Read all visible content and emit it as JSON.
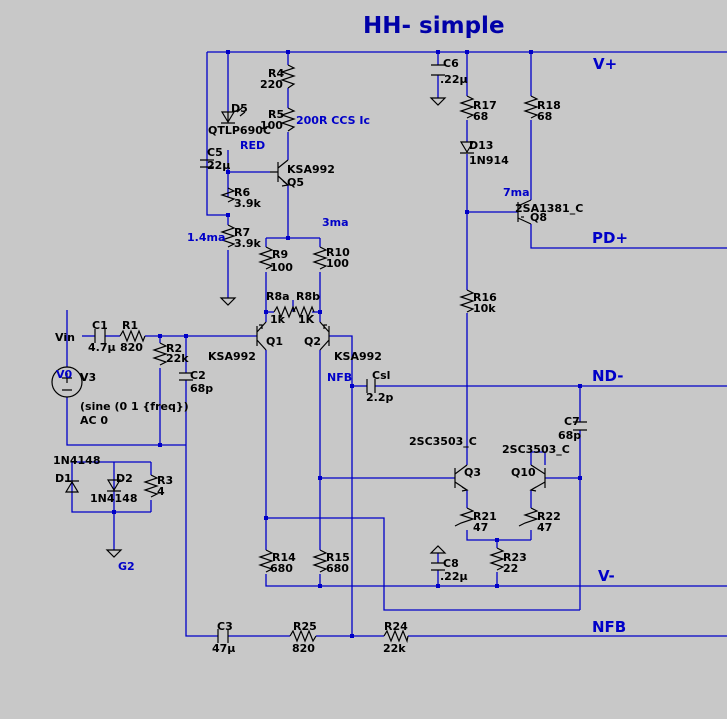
{
  "title": "HH- simple",
  "nets": {
    "vplus": "V+",
    "pdplus": "PD+",
    "ndminus": "ND-",
    "vminus": "V-",
    "nfb_right": "NFB",
    "nfb_node": "NFB",
    "vin": "Vin",
    "v0": "V0",
    "g2": "G2"
  },
  "annotations": {
    "ccs": "200R CCS Ic",
    "red": "RED",
    "i_3ma": "3ma",
    "i_7ma": "7ma",
    "i_1_4ma": "1.4ma"
  },
  "components": {
    "R4": {
      "name": "R4",
      "value": "220"
    },
    "R5": {
      "name": "R5",
      "value": "100"
    },
    "D5": {
      "name": "D5",
      "value": "QTLP690C"
    },
    "C5": {
      "name": "C5",
      "value": "22µ"
    },
    "R6": {
      "name": "R6",
      "value": "3.9k"
    },
    "R7": {
      "name": "R7",
      "value": "3.9k"
    },
    "Q5": {
      "name": "Q5",
      "value": "KSA992"
    },
    "R9": {
      "name": "R9",
      "value": "100"
    },
    "R10": {
      "name": "R10",
      "value": "100"
    },
    "R8a": {
      "name": "R8a",
      "value": "1k"
    },
    "R8b": {
      "name": "R8b",
      "value": "1K"
    },
    "Q1": {
      "name": "Q1",
      "value": "KSA992"
    },
    "Q2": {
      "name": "Q2",
      "value": "KSA992"
    },
    "C1": {
      "name": "C1",
      "value": "4.7µ"
    },
    "R1": {
      "name": "R1",
      "value": "820"
    },
    "R2": {
      "name": "R2",
      "value": "22k"
    },
    "C2": {
      "name": "C2",
      "value": "68p"
    },
    "V3": {
      "name": "V3",
      "value": "(sine (0 1 {freq})",
      "ac": "AC 0"
    },
    "D1": {
      "name": "D1",
      "value": "1N4148"
    },
    "D2": {
      "name": "D2",
      "value": "1N4148"
    },
    "R3": {
      "name": "R3",
      "value": "4"
    },
    "C6": {
      "name": "C6",
      "value": ".22µ"
    },
    "R17": {
      "name": "R17",
      "value": "68"
    },
    "R18": {
      "name": "R18",
      "value": "68"
    },
    "D13": {
      "name": "D13",
      "value": "1N914"
    },
    "Q8": {
      "name": "Q8",
      "value": "2SA1381_C"
    },
    "R16": {
      "name": "R16",
      "value": "10k"
    },
    "Csl": {
      "name": "Csl",
      "value": "2.2p"
    },
    "C7": {
      "name": "C7",
      "value": "68p"
    },
    "Q3": {
      "name": "Q3",
      "value": "2SC3503_C"
    },
    "Q10": {
      "name": "Q10",
      "value": "2SC3503_C"
    },
    "R21": {
      "name": "R21",
      "value": "47"
    },
    "R22": {
      "name": "R22",
      "value": "47"
    },
    "R23": {
      "name": "R23",
      "value": "22"
    },
    "C8": {
      "name": "C8",
      "value": ".22µ"
    },
    "R14": {
      "name": "R14",
      "value": "680"
    },
    "R15": {
      "name": "R15",
      "value": "680"
    },
    "C3": {
      "name": "C3",
      "value": "47µ"
    },
    "R25": {
      "name": "R25",
      "value": "820"
    },
    "R24": {
      "name": "R24",
      "value": "22k"
    }
  }
}
